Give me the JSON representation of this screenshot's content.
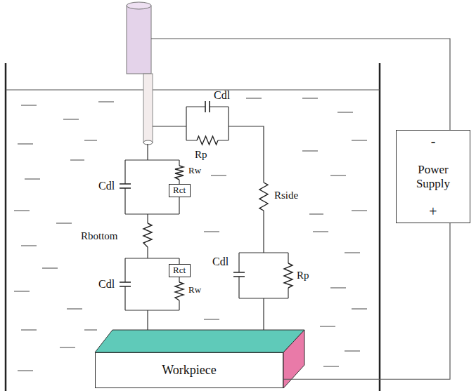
{
  "diagram": {
    "nodes": [
      {
        "text": [
          "-",
          "Power Supply",
          "+"
        ]
      },
      {
        "text": [
          "Rct"
        ]
      },
      {
        "text": [
          "Rct"
        ]
      },
      {
        "text": [
          "Workpiece"
        ]
      }
    ],
    "edges": [
      {
        "from": 0,
        "to": 3,
        "arrow": "none"
      }
    ],
    "labels": [
      "Cdl",
      "Rp",
      "Cdl",
      "Rw",
      "Rside",
      "Rbottom",
      "Cdl",
      "Rp",
      "Cdl",
      "Rw"
    ]
  }
}
